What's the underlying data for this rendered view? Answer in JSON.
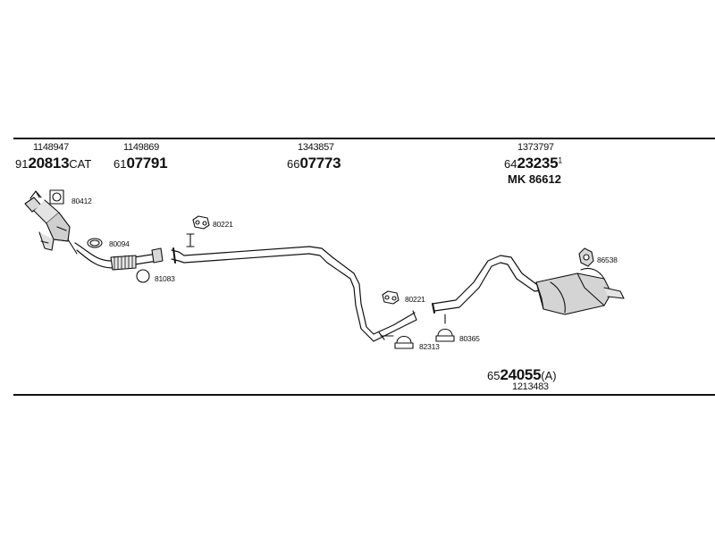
{
  "parts": [
    {
      "ref": "1148947",
      "prefix": "91",
      "bold": "20813",
      "suffix": "CAT"
    },
    {
      "ref": "1149869",
      "prefix": "61",
      "bold": "07791"
    },
    {
      "ref": "1343857",
      "prefix": "66",
      "bold": "07773"
    },
    {
      "ref": "1373797",
      "prefix": "64",
      "bold": "23235",
      "sup": "1",
      "mk": "MK  86612"
    },
    {
      "ref": "1213483",
      "prefix": "65",
      "bold": "24055",
      "suffix": "(A)"
    }
  ],
  "callouts": [
    "80412",
    "80094",
    "81083",
    "80221",
    "80221",
    "82313",
    "80365",
    "86538"
  ],
  "colors": {
    "line": "#111111",
    "fill": "#d8d8d8"
  }
}
